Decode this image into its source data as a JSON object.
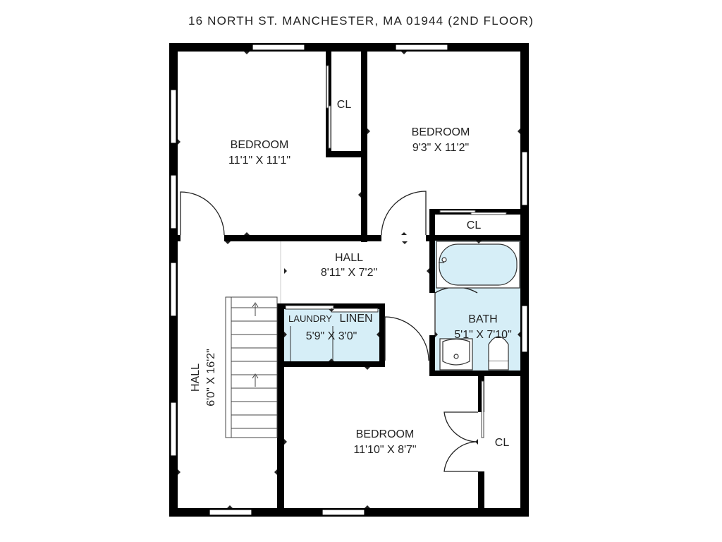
{
  "plan": {
    "title": "16 NORTH ST. MANCHESTER, MA 01944 (2ND FLOOR)",
    "colors": {
      "wall": "#000000",
      "wet_area": "#d6eef7",
      "fixture_stroke": "#333333"
    },
    "rooms": {
      "bedroom_nw": {
        "name": "BEDROOM",
        "dims": "11'1\" X 11'1\""
      },
      "closet_nw": {
        "name": "CL"
      },
      "bedroom_ne": {
        "name": "BEDROOM",
        "dims": "9'3\" X 11'2\""
      },
      "closet_ne": {
        "name": "CL"
      },
      "hall_center": {
        "name": "HALL",
        "dims": "8'11\" X 7'2\""
      },
      "laundry": {
        "name": "LAUNDRY"
      },
      "linen": {
        "name": "LINEN",
        "dims": "5'9\" X 3'0\""
      },
      "bath": {
        "name": "BATH",
        "dims": "5'1\" X 7'10\""
      },
      "hall_west": {
        "name": "HALL",
        "dims": "6'0\" X 16'2\""
      },
      "bedroom_s": {
        "name": "BEDROOM",
        "dims": "11'10\" X 8'7\""
      },
      "closet_se": {
        "name": "CL"
      }
    }
  }
}
